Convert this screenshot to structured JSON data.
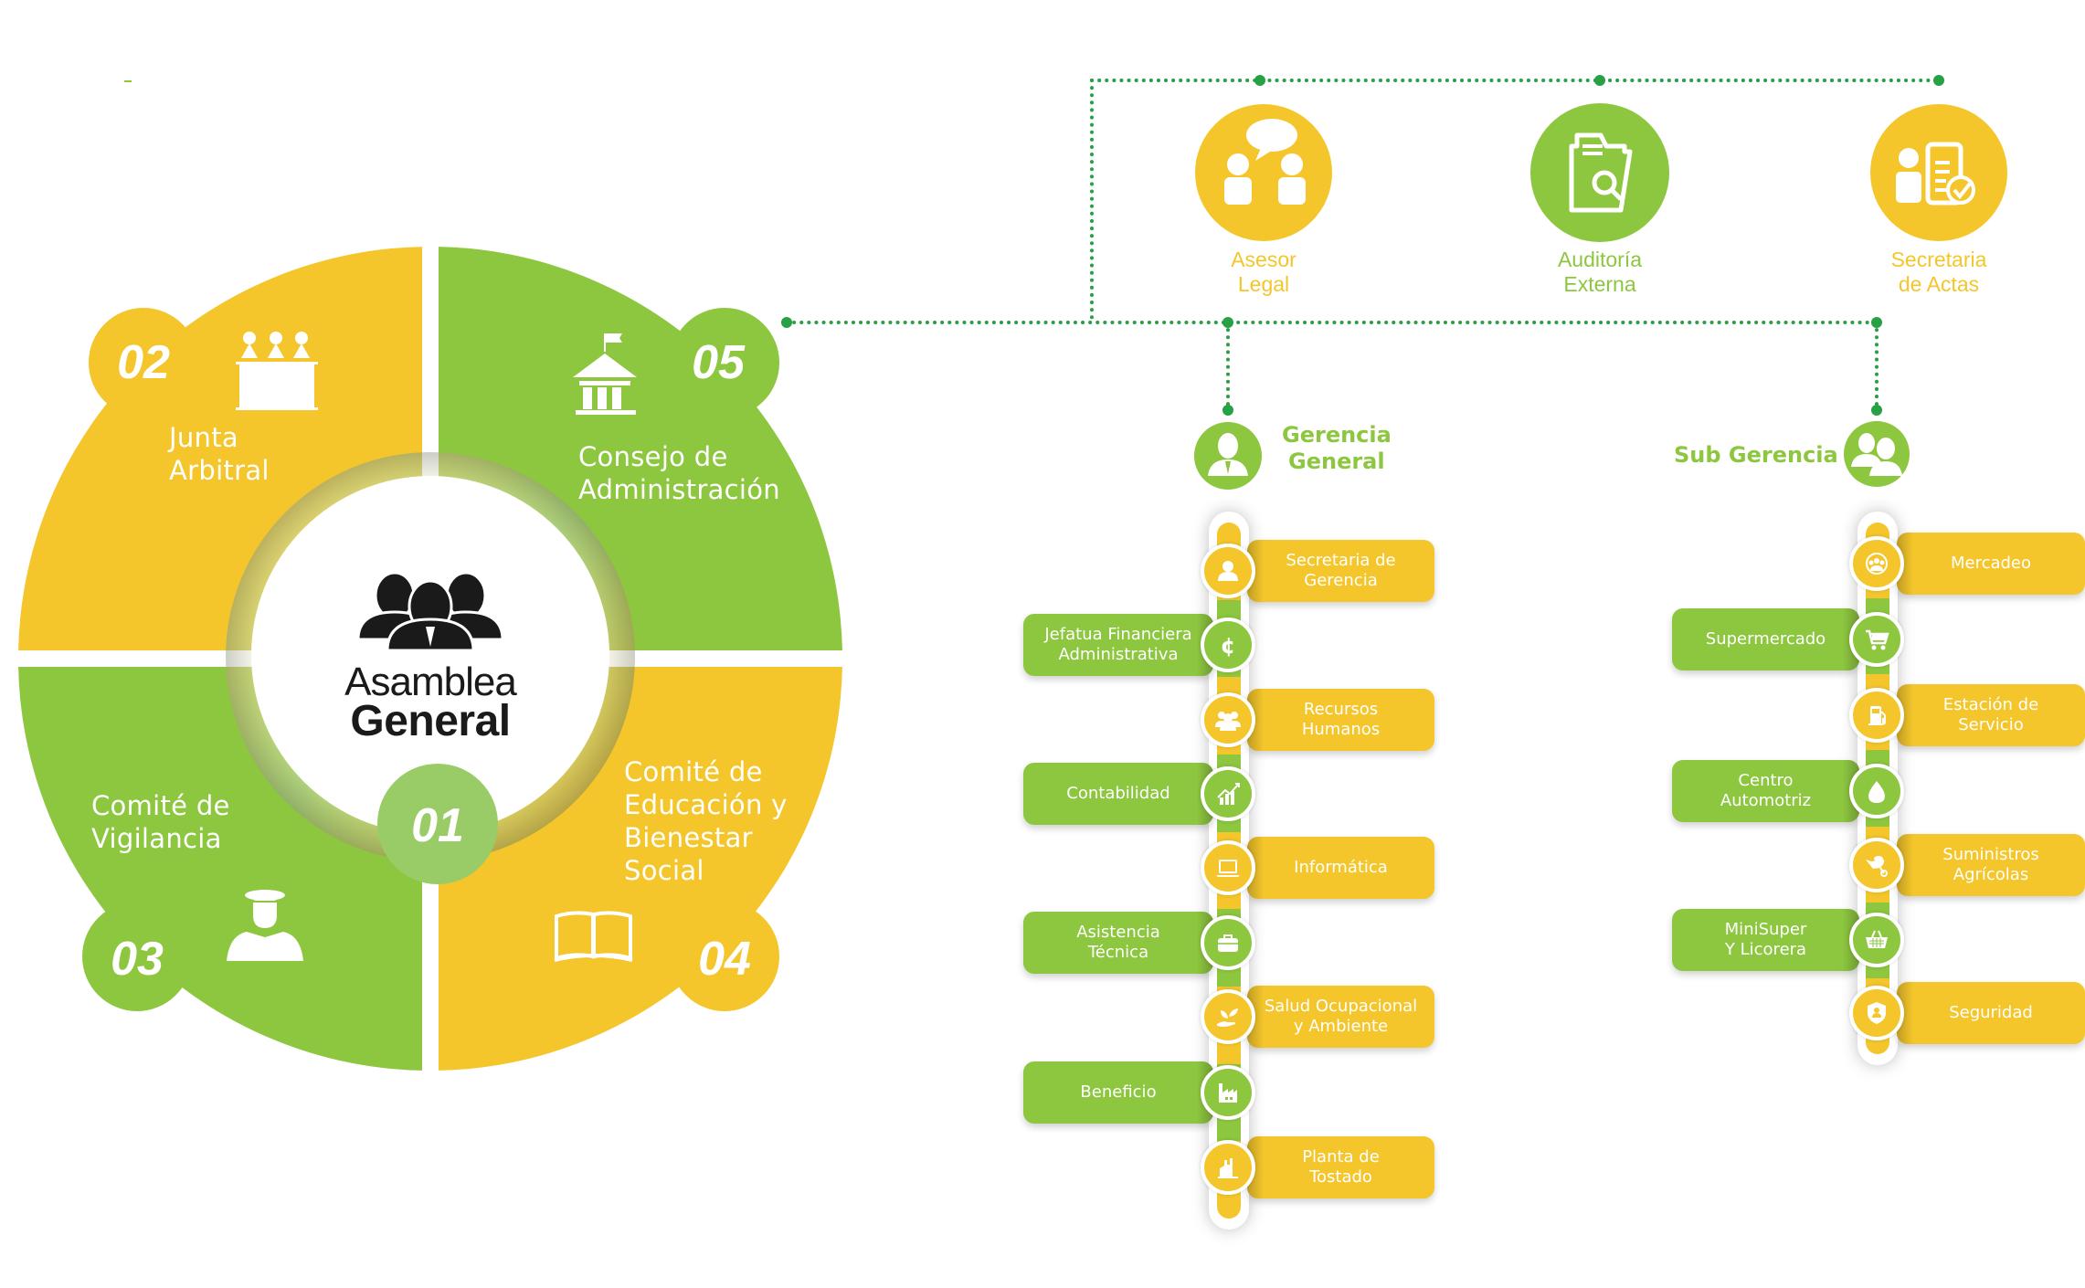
{
  "colors": {
    "yellow": "#F4C62B",
    "green": "#8DC63F",
    "connector": "#27A046",
    "dark": "#1a1a1a",
    "white": "#ffffff"
  },
  "center": {
    "title_line1": "Asamblea",
    "title_line2": "General",
    "number": "01",
    "icon": "group-people-icon"
  },
  "quadrants": [
    {
      "number": "02",
      "label_lines": [
        "Junta",
        "Arbitral"
      ],
      "color": "yellow",
      "icon": "tribunal-icon"
    },
    {
      "number": "05",
      "label_lines": [
        "Consejo de",
        "Administración"
      ],
      "color": "green",
      "icon": "building-icon"
    },
    {
      "number": "03",
      "label_lines": [
        "Comité de",
        "Vigilancia"
      ],
      "color": "green",
      "icon": "police-officer-icon"
    },
    {
      "number": "04",
      "label_lines": [
        "Comité de",
        "Educación y",
        "Bienestar",
        "Social"
      ],
      "color": "yellow",
      "icon": "open-book-icon"
    }
  ],
  "advisors": [
    {
      "label_lines": [
        "Asesor",
        "Legal"
      ],
      "color": "yellow",
      "icon": "conversation-icon"
    },
    {
      "label_lines": [
        "Auditoría",
        "Externa"
      ],
      "color": "green",
      "icon": "audit-folder-icon"
    },
    {
      "label_lines": [
        "Secretaria",
        "de Actas"
      ],
      "color": "yellow",
      "icon": "minutes-document-icon"
    }
  ],
  "gerencia": {
    "title_lines": [
      "Gerencia",
      "General"
    ],
    "icon": "manager-icon",
    "items": [
      {
        "label_lines": [
          "Secretaria de",
          "Gerencia"
        ],
        "side": "right",
        "icon": "person-icon"
      },
      {
        "label_lines": [
          "Jefatua Financiera",
          "Administrativa"
        ],
        "side": "left",
        "icon": "currency-icon"
      },
      {
        "label_lines": [
          "Recursos",
          "Humanos"
        ],
        "side": "right",
        "icon": "team-icon"
      },
      {
        "label_lines": [
          "Contabilidad"
        ],
        "side": "left",
        "icon": "growth-chart-icon"
      },
      {
        "label_lines": [
          "Informática"
        ],
        "side": "right",
        "icon": "laptop-icon"
      },
      {
        "label_lines": [
          "Asistencia",
          "Técnica"
        ],
        "side": "left",
        "icon": "toolbox-icon"
      },
      {
        "label_lines": [
          "Salud Ocupacional",
          "y Ambiente"
        ],
        "side": "right",
        "icon": "hand-plant-icon"
      },
      {
        "label_lines": [
          "Beneficio"
        ],
        "side": "left",
        "icon": "factory-icon"
      },
      {
        "label_lines": [
          "Planta de",
          "Tostado"
        ],
        "side": "right",
        "icon": "plant-icon"
      }
    ]
  },
  "subgerencia": {
    "title": "Sub Gerencia",
    "icon": "managers-icon",
    "items": [
      {
        "label_lines": [
          "Mercadeo"
        ],
        "side": "right",
        "icon": "target-audience-icon"
      },
      {
        "label_lines": [
          "Supermercado"
        ],
        "side": "left",
        "icon": "shopping-cart-icon"
      },
      {
        "label_lines": [
          "Estación de",
          "Servicio"
        ],
        "side": "right",
        "icon": "fuel-pump-icon"
      },
      {
        "label_lines": [
          "Centro",
          "Automotriz"
        ],
        "side": "left",
        "icon": "oil-drop-icon"
      },
      {
        "label_lines": [
          "Suministros",
          "Agrícolas"
        ],
        "side": "right",
        "icon": "wheelbarrow-icon"
      },
      {
        "label_lines": [
          "MiniSuper",
          "Y Licorera"
        ],
        "side": "left",
        "icon": "basket-icon"
      },
      {
        "label_lines": [
          "Seguridad"
        ],
        "side": "right",
        "icon": "shield-icon"
      }
    ]
  }
}
